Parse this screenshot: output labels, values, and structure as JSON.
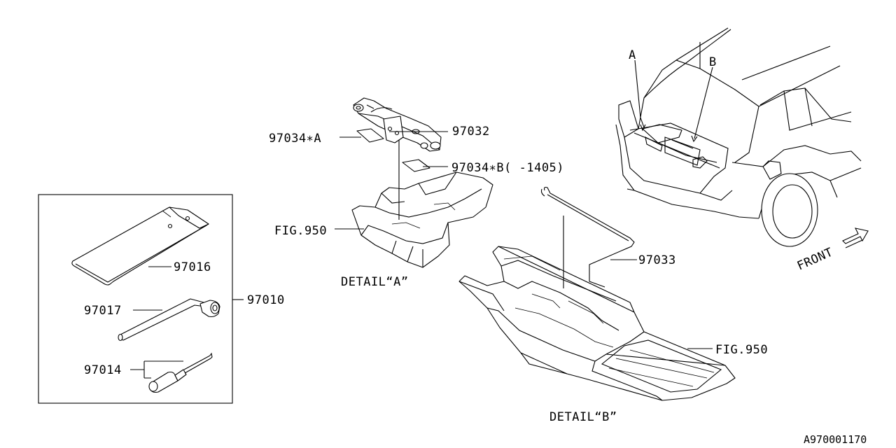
{
  "labels": {
    "p97010": "97010",
    "p97016": "97016",
    "p97017": "97017",
    "p97014": "97014",
    "p97032": "97032",
    "p97034a": "97034∗A",
    "p97034b": "97034∗B(  -1405)",
    "fig950_a": "FIG.950",
    "fig950_b": "FIG.950",
    "p97033": "97033",
    "detail_a": "DETAIL“A”",
    "detail_b": "DETAIL“B”",
    "callout_a": "A",
    "callout_b": "B",
    "front": "FRONT",
    "diagram_id": "A970001170"
  }
}
